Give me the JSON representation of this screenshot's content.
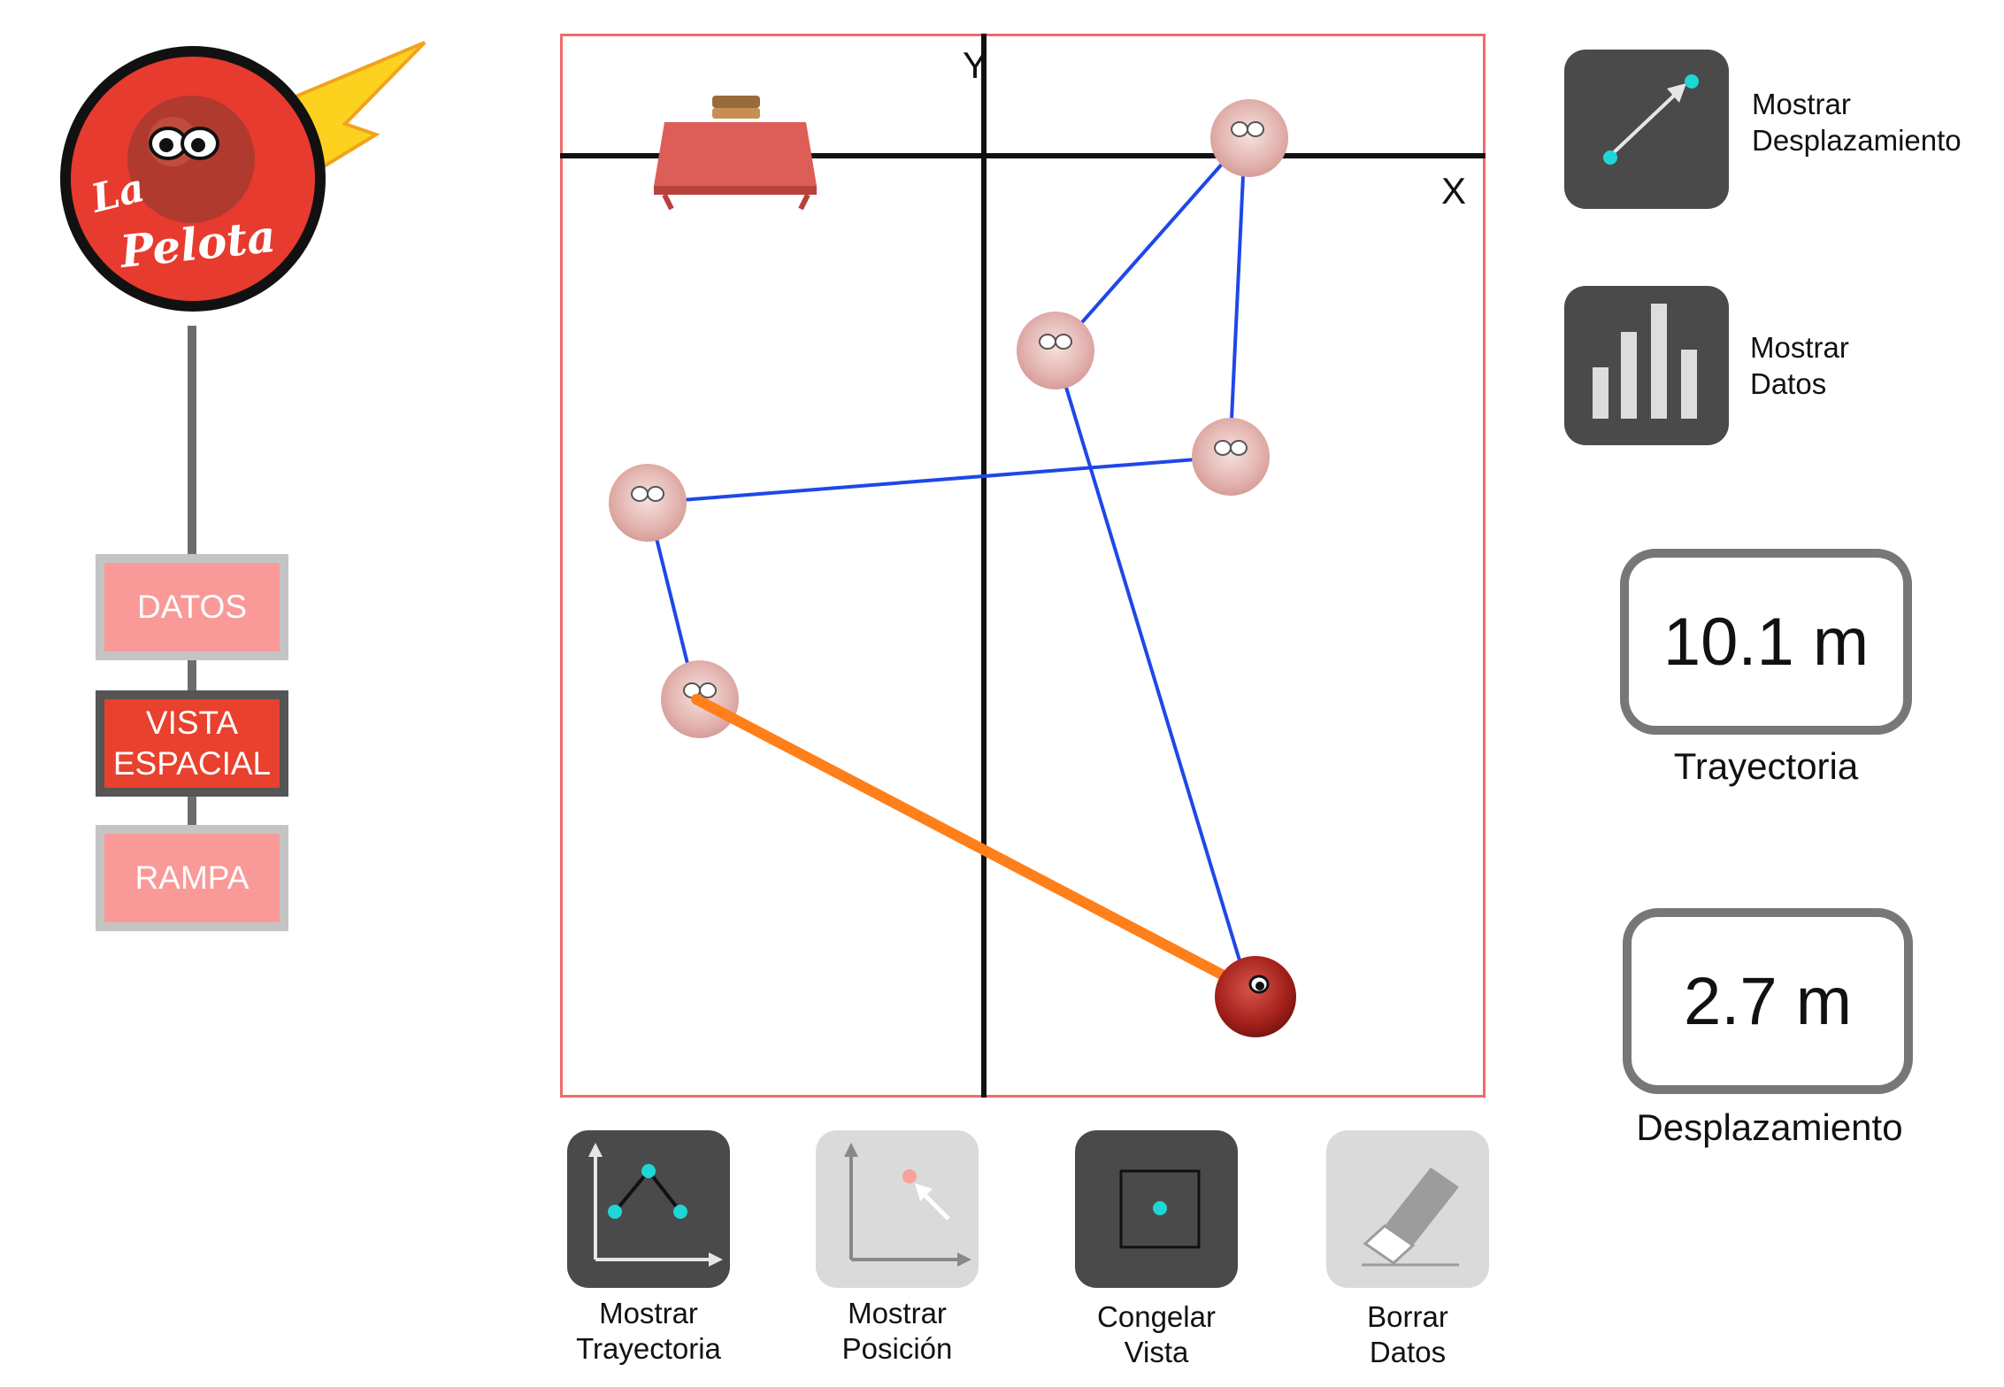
{
  "app": {
    "logo_text_line1": "La",
    "logo_text_line2": "Pelota"
  },
  "nav": {
    "items": [
      {
        "label": "DATOS",
        "active": false
      },
      {
        "label": "VISTA\nESPACIAL",
        "active": true
      },
      {
        "label": "RAMPA",
        "active": false
      }
    ]
  },
  "plot": {
    "axis_x_label": "X",
    "axis_y_label": "Y",
    "colors": {
      "frame": "#f06b6b",
      "trajectory": "#1f47e8",
      "displacement": "#ff7f1a",
      "ball_ghost": "#e8b8b5",
      "ball_current": "#b82a24",
      "table": "#d9534f"
    }
  },
  "tools": {
    "show_trajectory": "Mostrar\nTrayectoria",
    "show_position": "Mostrar\nPosición",
    "freeze_view": "Congelar\nVista",
    "clear_data": "Borrar\nDatos"
  },
  "side": {
    "show_displacement": "Mostrar\nDesplazamiento",
    "show_data": "Mostrar\nDatos",
    "trajectory_value": "10.1 m",
    "trajectory_label": "Trayectoria",
    "displacement_value": "2.7 m",
    "displacement_label": "Desplazamiento"
  }
}
